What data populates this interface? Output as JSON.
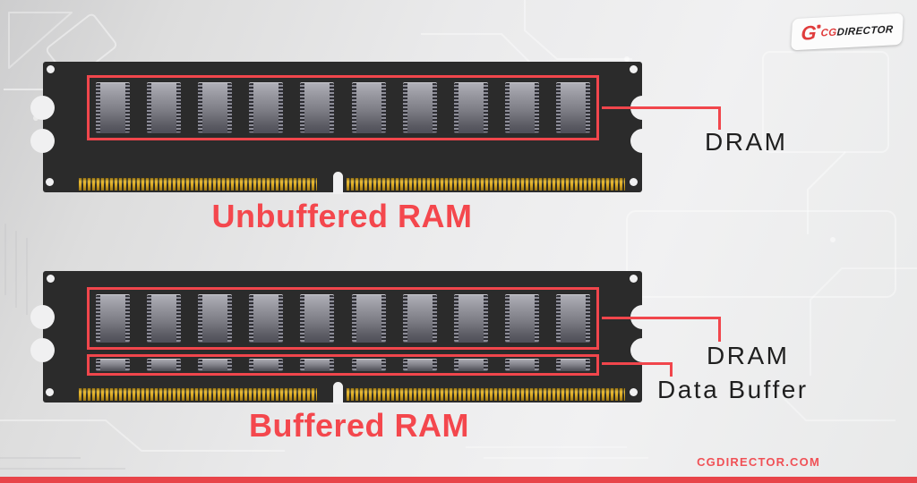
{
  "logo": {
    "g_mark": "G",
    "brand_prefix": "CG",
    "brand_suffix": "DIRECTOR"
  },
  "diagram": {
    "sticks": [
      {
        "id": "unbuffered",
        "title": "Unbuffered RAM",
        "dram_chip_count": 10,
        "buffer_chip_count": 0,
        "callouts": {
          "dram": "DRAM"
        }
      },
      {
        "id": "buffered",
        "title": "Buffered RAM",
        "dram_chip_count": 10,
        "buffer_chip_count": 10,
        "callouts": {
          "dram": "DRAM",
          "data_buffer": "Data Buffer"
        }
      }
    ],
    "colors": {
      "accent_red": "#F1464C",
      "heading_red": "#F4474D",
      "logo_red": "#E03C3C",
      "footer_text_red": "#F05156",
      "bottom_bar_red": "#E84449",
      "pcb_black": "#2B2B2B",
      "pin_gold": "#DCAB25",
      "label_text": "#1F1F1F",
      "background_light": "#F0F0F1"
    }
  },
  "footer": {
    "site": "CGDIRECTOR.COM"
  }
}
